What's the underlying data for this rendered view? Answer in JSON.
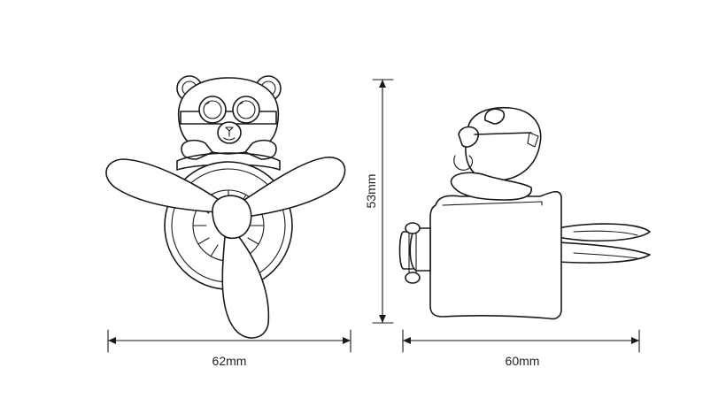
{
  "dimensions": {
    "front_width": "62mm",
    "side_width": "60mm",
    "height": "53mm"
  },
  "figures": {
    "front_view": "bear-pilot-propeller-front-icon",
    "side_view": "bear-pilot-airplane-side-icon"
  }
}
